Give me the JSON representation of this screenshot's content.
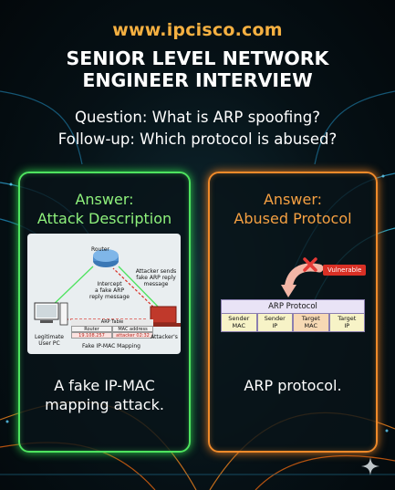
{
  "header": {
    "site": "www.ipcisco.com",
    "title_line1": "SENIOR LEVEL NETWORK",
    "title_line2": "ENGINEER INTERVIEW",
    "question": "Question: What is ARP spoofing?",
    "followup": "Follow-up: Which protocol is abused?"
  },
  "left_card": {
    "heading_line1": "Answer:",
    "heading_line2": "Attack Description",
    "answer_line1": "A fake IP-MAC",
    "answer_line2": "mapping attack.",
    "diagram": {
      "router_label": "Router",
      "attacker_note_line1": "Attacker sends",
      "attacker_note_line2": "fake ARP reply",
      "attacker_note_line3": "message",
      "intercept_line1": "Intercept",
      "intercept_line2": "a fake ARP",
      "intercept_line3": "reply message",
      "pc_label_line1": "Legitimate",
      "pc_label_line2": "User PC",
      "attacker_label": "Attacker's",
      "table_title": "ARP Table",
      "table_col1": "Router",
      "table_col2": "MAC address",
      "table_val1": "19.108.257",
      "table_val2": "attacker 02:32",
      "mapping_label": "Fake IP-MAC Mapping"
    }
  },
  "right_card": {
    "heading_line1": "Answer:",
    "heading_line2": "Abused Protocol",
    "answer": "ARP protocol.",
    "vulnerable": "Vulnerable",
    "protocol_title": "ARP Protocol",
    "fields": [
      {
        "l1": "Sender",
        "l2": "MAC",
        "color": "#f7f3c7"
      },
      {
        "l1": "Sender",
        "l2": "IP",
        "color": "#f7f3c7"
      },
      {
        "l1": "Target",
        "l2": "MAC",
        "color": "#f7d9b4"
      },
      {
        "l1": "Target",
        "l2": "IP",
        "color": "#f7f3c7"
      }
    ]
  },
  "colors": {
    "site": "#f5b041",
    "green": "#4ee35f",
    "orange": "#ef8a2a",
    "red": "#d93025"
  },
  "icons": [
    "router-icon",
    "pc-icon",
    "laptop-icon",
    "x-icon",
    "curved-arrow-icon",
    "sparkle-icon"
  ]
}
